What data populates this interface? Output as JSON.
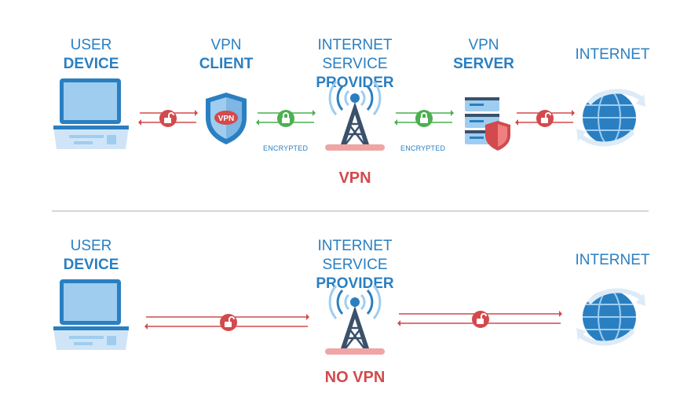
{
  "vpn_section": {
    "user_device": {
      "line1": "USER",
      "line2": "DEVICE"
    },
    "vpn_client": {
      "line1": "VPN",
      "line2": "CLIENT",
      "badge": "VPN"
    },
    "isp": {
      "line1": "INTERNET SERVICE",
      "line2": "PROVIDER"
    },
    "vpn_server": {
      "line1": "VPN",
      "line2": "SERVER"
    },
    "internet": {
      "line1": "INTERNET"
    },
    "encrypted_left": "ENCRYPTED",
    "encrypted_right": "ENCRYPTED",
    "title": "VPN"
  },
  "novpn_section": {
    "user_device": {
      "line1": "USER",
      "line2": "DEVICE"
    },
    "isp": {
      "line1": "INTERNET SERVICE",
      "line2": "PROVIDER"
    },
    "internet": {
      "line1": "INTERNET"
    },
    "title": "NO VPN"
  },
  "colors": {
    "blue": "#2a7fc1",
    "light_blue": "#9fcdf0",
    "red": "#d24a4d",
    "green": "#4caf50",
    "dark_navy": "#3a506b"
  },
  "icons": [
    "laptop-icon",
    "shield-icon",
    "tower-icon",
    "server-icon",
    "globe-icon",
    "lock-open-icon",
    "lock-closed-icon"
  ]
}
